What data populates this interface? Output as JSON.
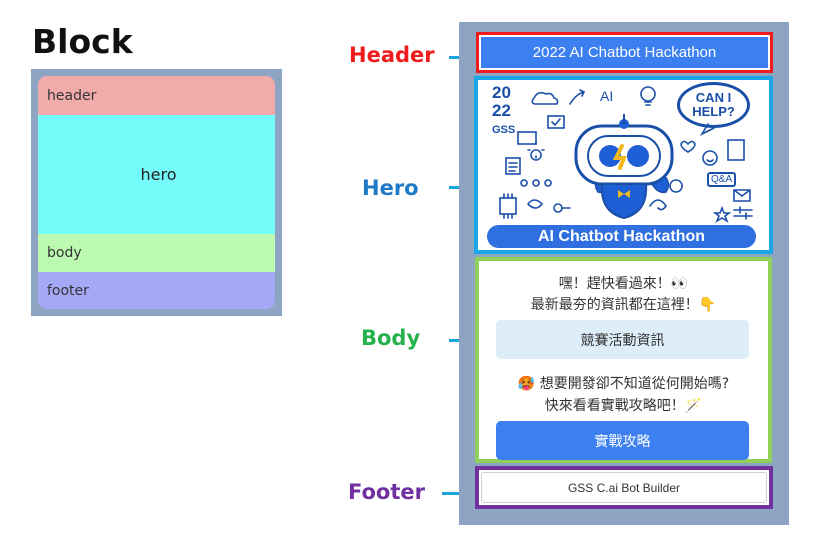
{
  "block": {
    "title": "Block",
    "sections": {
      "header": "header",
      "hero": "hero",
      "body": "body",
      "footer": "footer"
    }
  },
  "labels": {
    "header": "Header",
    "hero": "Hero",
    "body": "Body",
    "footer": "Footer"
  },
  "phone": {
    "header_title": "2022 AI Chatbot Hackathon",
    "hero": {
      "year": "2022",
      "gss": "GSS",
      "ai_text": "AI",
      "bubble": "CAN I HELP?",
      "qa": "Q&A",
      "banner": "AI Chatbot Hackathon"
    },
    "body": {
      "line1": "嘿！趕快看過來！👀",
      "line2": "最新最夯的資訊都在這裡！👇",
      "button1": "競賽活動資訊",
      "line3": "🥵 想要開發卻不知道從何開始嗎?",
      "line4": "快來看看實戰攻略吧！🪄",
      "button2": "實戰攻略"
    },
    "footer": "GSS C.ai Bot Builder"
  },
  "colors": {
    "header": "#ee1c1c",
    "hero": "#1f79c6",
    "body": "#25b24d",
    "footer": "#7030a0",
    "connector": "#1aa5dc",
    "primary_button": "#3b7ff0"
  }
}
